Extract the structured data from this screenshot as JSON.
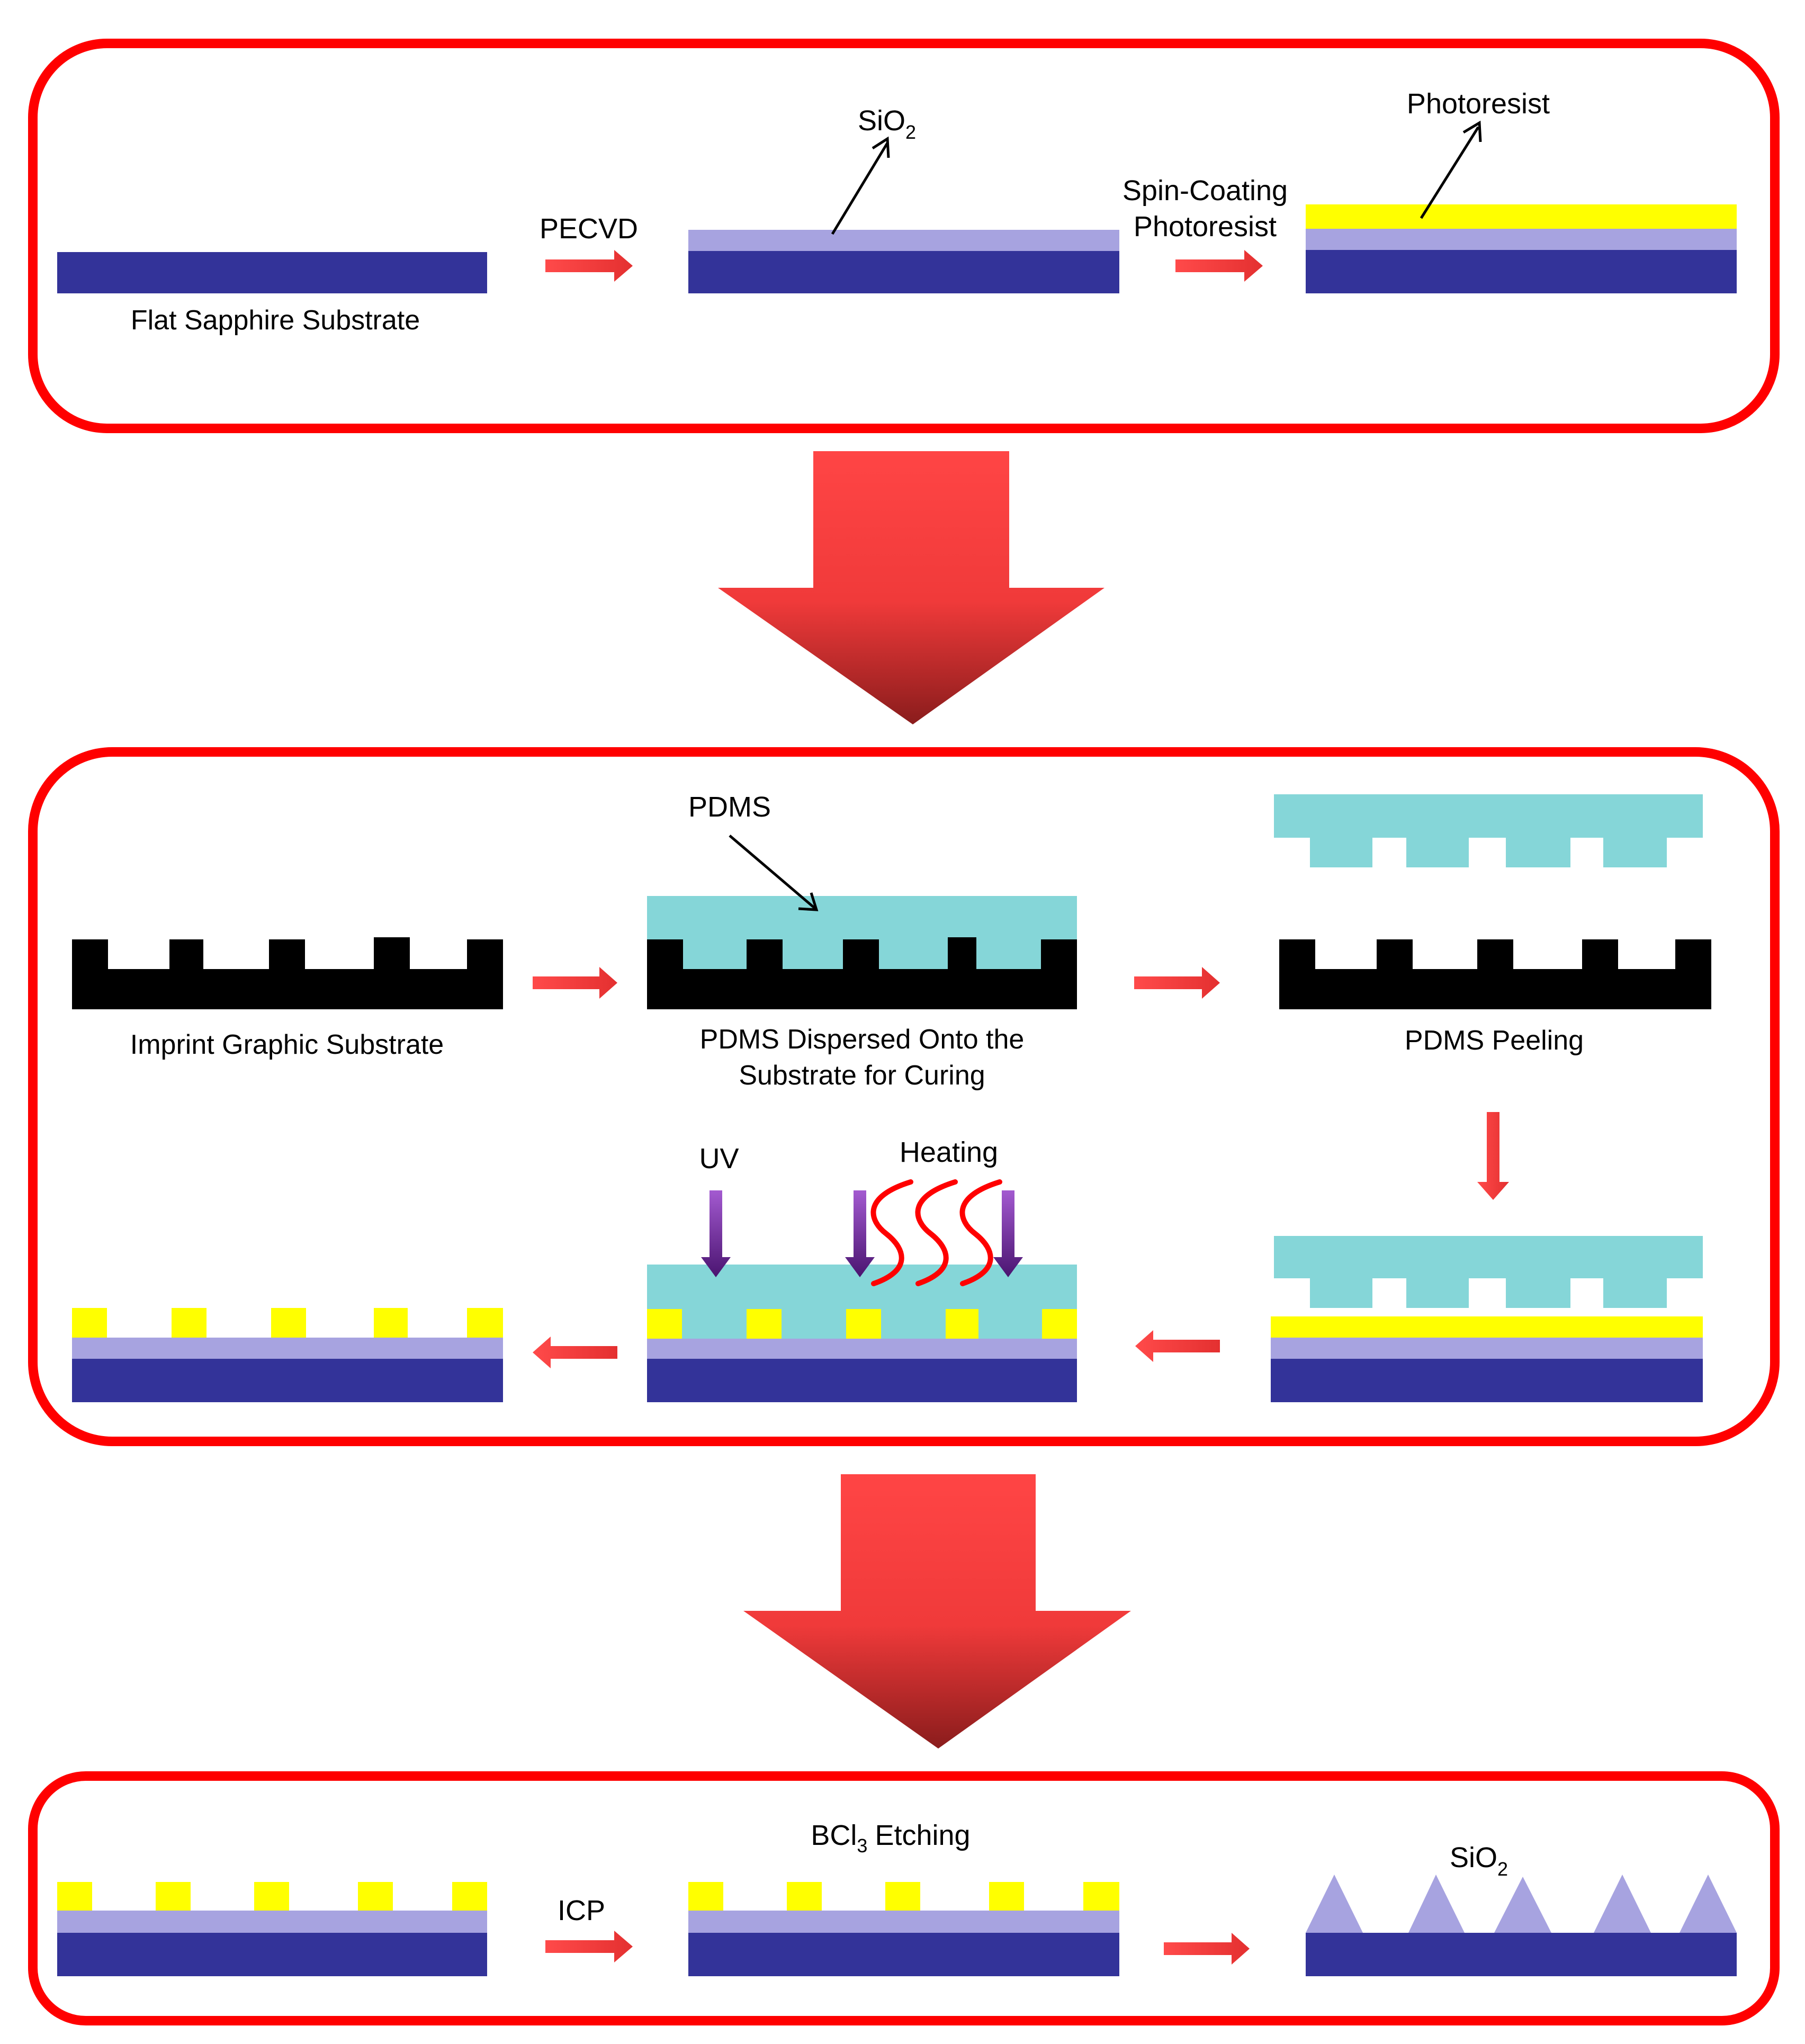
{
  "colors": {
    "panel_border": "#ff0000",
    "sapphire": "#333399",
    "sio2": "#a7a3e0",
    "photoresist": "#ffff00",
    "pdms": "#85d6d8",
    "mold": "#000000",
    "arrow": "#f04040",
    "uv_arrow": "#7b2fa8",
    "heat_wave": "#ff0000"
  },
  "panel1": {
    "substrate_label": "Flat Sapphire Substrate",
    "step1_label": "PECVD",
    "sio2_label": "SiO",
    "sio2_sub": "2",
    "step2_label_line1": "Spin-Coating",
    "step2_label_line2": "Photoresist",
    "photoresist_label": "Photoresist"
  },
  "panel2": {
    "imprint_label": "Imprint Graphic Substrate",
    "pdms_label": "PDMS",
    "dispersed_label_line1": "PDMS Dispersed Onto the",
    "dispersed_label_line2": "Substrate for Curing",
    "peeling_label": "PDMS Peeling",
    "uv_label": "UV",
    "heating_label": "Heating"
  },
  "panel3": {
    "etch_label_pre": "BCl",
    "etch_label_sub": "3",
    "etch_label_post": "Etching",
    "icp_label": "ICP",
    "sio2_label": "SiO",
    "sio2_sub": "2"
  }
}
